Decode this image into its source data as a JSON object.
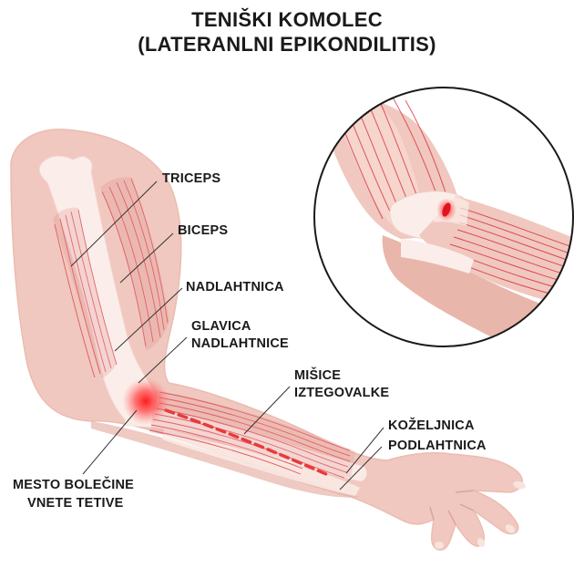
{
  "title": {
    "line1": "TENIŠKI KOMOLEC",
    "line2": "(LATERANLNI EPIKONDILITIS)"
  },
  "labels": {
    "triceps": "TRICEPS",
    "biceps": "BICEPS",
    "nadlahtnica": "NADLAHTNICA",
    "glavica_1": "GLAVICA",
    "glavica_2": "NADLAHTNICE",
    "misice_1": "MIŠICE",
    "misice_2": "IZTEGOVALKE",
    "kozeljnica": "KOŽELJNICA",
    "podlahtnica": "PODLAHTNICA",
    "mesto_1": "MESTO BOLEČINE",
    "mesto_2": "VNETE TETIVE"
  },
  "colors": {
    "skin": "#f0c8bf",
    "skin_dark": "#e3a99e",
    "muscle": "#d9323c",
    "bone": "#fbeeea",
    "inflammation": "#ff2020",
    "leader_line": "#333333",
    "text": "#1a1a1a"
  }
}
